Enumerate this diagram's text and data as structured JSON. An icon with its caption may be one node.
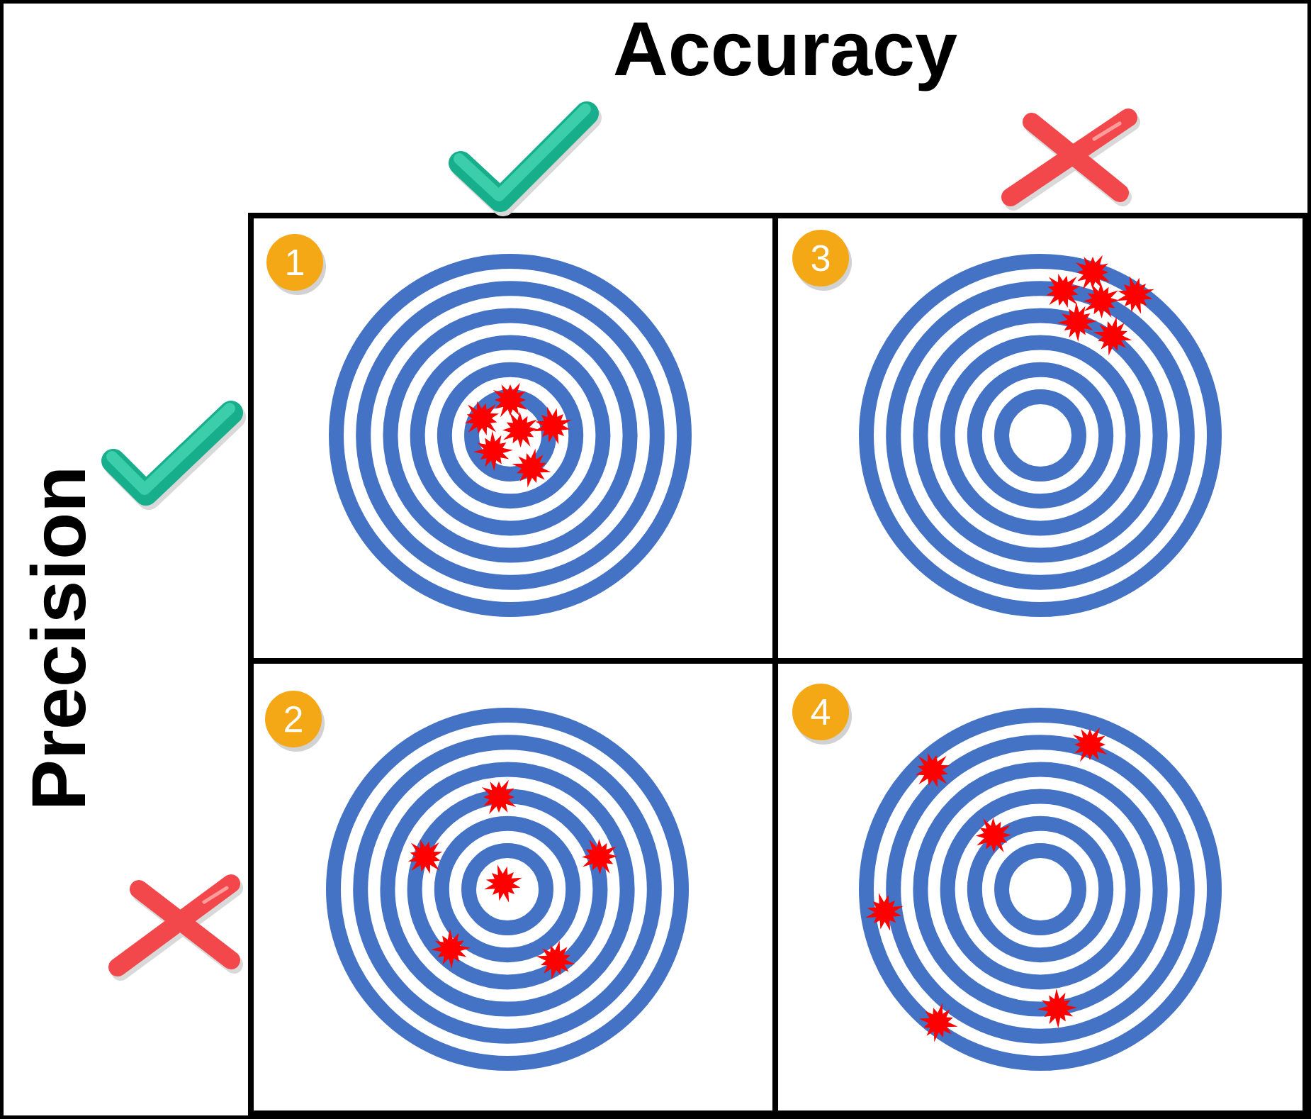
{
  "diagram": {
    "nodes": [
      {
        "text": [],
        "shape": "box"
      },
      {
        "text": [
          "1"
        ],
        "in": 0
      },
      {
        "text": [],
        "shape": "box"
      },
      {
        "text": [
          "3"
        ],
        "in": 2
      },
      {
        "text": [],
        "shape": "box"
      },
      {
        "text": [
          "2"
        ],
        "in": 4
      },
      {
        "text": [],
        "shape": "box"
      },
      {
        "text": [
          "4"
        ],
        "in": 6
      }
    ],
    "labels": [
      "Accuracy",
      "Precision"
    ]
  }
}
